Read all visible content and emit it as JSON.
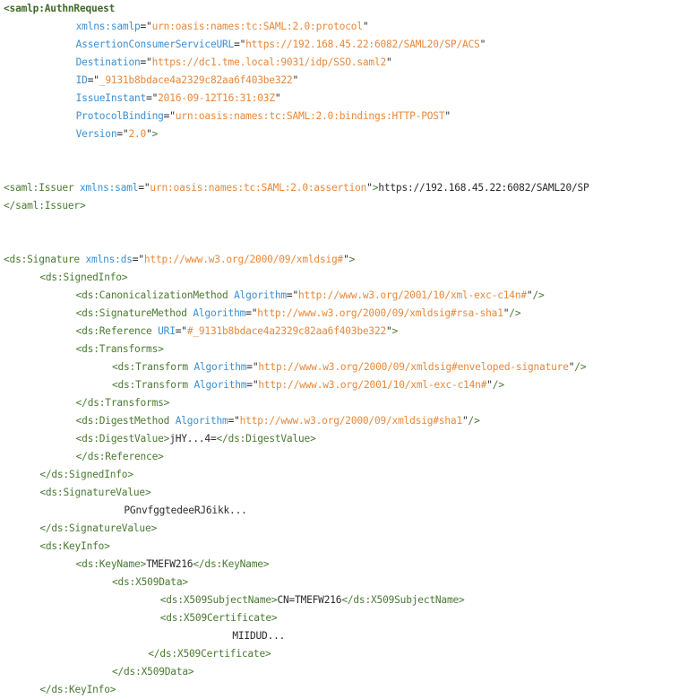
{
  "document": {
    "kind": "xml-source-listing",
    "language": "XML",
    "root_element": "samlp:AuthnRequest",
    "colors": {
      "background": "#ffffff",
      "tag": "#4a7a32",
      "root_tag": "#3f6b28",
      "attribute_name": "#3d8fd1",
      "attribute_value": "#e8883a",
      "text_content": "#2b2b2b"
    },
    "lines": [
      {
        "indent": 0,
        "tokens": [
          {
            "t": "tag-root",
            "v": "<samlp:AuthnRequest"
          }
        ]
      },
      {
        "indent": 12,
        "tokens": [
          {
            "t": "attr",
            "v": "xmlns:samlp"
          },
          {
            "t": "punct",
            "v": "=\""
          },
          {
            "t": "val",
            "v": "urn:oasis:names:tc:SAML:2.0:protocol"
          },
          {
            "t": "punct",
            "v": "\""
          }
        ]
      },
      {
        "indent": 12,
        "tokens": [
          {
            "t": "attr",
            "v": "AssertionConsumerServiceURL"
          },
          {
            "t": "punct",
            "v": "=\""
          },
          {
            "t": "val",
            "v": "https://192.168.45.22:6082/SAML20/SP/ACS"
          },
          {
            "t": "punct",
            "v": "\""
          }
        ]
      },
      {
        "indent": 12,
        "tokens": [
          {
            "t": "attr",
            "v": "Destination"
          },
          {
            "t": "punct",
            "v": "=\""
          },
          {
            "t": "val",
            "v": "https://dc1.tme.local:9031/idp/SSO.saml2"
          },
          {
            "t": "punct",
            "v": "\""
          }
        ]
      },
      {
        "indent": 12,
        "tokens": [
          {
            "t": "attr",
            "v": "ID"
          },
          {
            "t": "punct",
            "v": "=\""
          },
          {
            "t": "val",
            "v": "_9131b8bdace4a2329c82aa6f403be322"
          },
          {
            "t": "punct",
            "v": "\""
          }
        ]
      },
      {
        "indent": 12,
        "tokens": [
          {
            "t": "attr",
            "v": "IssueInstant"
          },
          {
            "t": "punct",
            "v": "=\""
          },
          {
            "t": "val",
            "v": "2016-09-12T16:31:03Z"
          },
          {
            "t": "punct",
            "v": "\""
          }
        ]
      },
      {
        "indent": 12,
        "tokens": [
          {
            "t": "attr",
            "v": "ProtocolBinding"
          },
          {
            "t": "punct",
            "v": "=\""
          },
          {
            "t": "val",
            "v": "urn:oasis:names:tc:SAML:2.0:bindings:HTTP-POST"
          },
          {
            "t": "punct",
            "v": "\""
          }
        ]
      },
      {
        "indent": 12,
        "tokens": [
          {
            "t": "attr",
            "v": "Version"
          },
          {
            "t": "punct",
            "v": "=\""
          },
          {
            "t": "val",
            "v": "2.0"
          },
          {
            "t": "punct",
            "v": "\""
          },
          {
            "t": "tag",
            "v": ">"
          }
        ]
      },
      {
        "indent": 0,
        "tokens": []
      },
      {
        "indent": 0,
        "tokens": []
      },
      {
        "indent": 0,
        "tokens": [
          {
            "t": "tag",
            "v": "<saml:Issuer "
          },
          {
            "t": "attr",
            "v": "xmlns:saml"
          },
          {
            "t": "punct",
            "v": "=\""
          },
          {
            "t": "val",
            "v": "urn:oasis:names:tc:SAML:2.0:assertion"
          },
          {
            "t": "punct",
            "v": "\""
          },
          {
            "t": "tag",
            "v": ">"
          },
          {
            "t": "text",
            "v": "https://192.168.45.22:6082/SAML20/SP"
          }
        ]
      },
      {
        "indent": 0,
        "tokens": [
          {
            "t": "tag",
            "v": "</saml:Issuer>"
          }
        ]
      },
      {
        "indent": 0,
        "tokens": []
      },
      {
        "indent": 0,
        "tokens": []
      },
      {
        "indent": 0,
        "tokens": [
          {
            "t": "tag",
            "v": "<ds:Signature "
          },
          {
            "t": "attr",
            "v": "xmlns:ds"
          },
          {
            "t": "punct",
            "v": "=\""
          },
          {
            "t": "val",
            "v": "http://www.w3.org/2000/09/xmldsig#"
          },
          {
            "t": "punct",
            "v": "\""
          },
          {
            "t": "tag",
            "v": ">"
          }
        ]
      },
      {
        "indent": 6,
        "tokens": [
          {
            "t": "tag",
            "v": "<ds:SignedInfo>"
          }
        ]
      },
      {
        "indent": 12,
        "tokens": [
          {
            "t": "tag",
            "v": "<ds:CanonicalizationMethod "
          },
          {
            "t": "attr",
            "v": "Algorithm"
          },
          {
            "t": "punct",
            "v": "=\""
          },
          {
            "t": "val",
            "v": "http://www.w3.org/2001/10/xml-exc-c14n#"
          },
          {
            "t": "punct",
            "v": "\""
          },
          {
            "t": "tag",
            "v": "/>"
          }
        ]
      },
      {
        "indent": 12,
        "tokens": [
          {
            "t": "tag",
            "v": "<ds:SignatureMethod "
          },
          {
            "t": "attr",
            "v": "Algorithm"
          },
          {
            "t": "punct",
            "v": "=\""
          },
          {
            "t": "val",
            "v": "http://www.w3.org/2000/09/xmldsig#rsa-sha1"
          },
          {
            "t": "punct",
            "v": "\""
          },
          {
            "t": "tag",
            "v": "/>"
          }
        ]
      },
      {
        "indent": 12,
        "tokens": [
          {
            "t": "tag",
            "v": "<ds:Reference "
          },
          {
            "t": "attr",
            "v": "URI"
          },
          {
            "t": "punct",
            "v": "=\""
          },
          {
            "t": "val",
            "v": "#_9131b8bdace4a2329c82aa6f403be322"
          },
          {
            "t": "punct",
            "v": "\""
          },
          {
            "t": "tag",
            "v": ">"
          }
        ]
      },
      {
        "indent": 12,
        "tokens": [
          {
            "t": "tag",
            "v": "<ds:Transforms>"
          }
        ]
      },
      {
        "indent": 18,
        "tokens": [
          {
            "t": "tag",
            "v": "<ds:Transform "
          },
          {
            "t": "attr",
            "v": "Algorithm"
          },
          {
            "t": "punct",
            "v": "=\""
          },
          {
            "t": "val",
            "v": "http://www.w3.org/2000/09/xmldsig#enveloped-signature"
          },
          {
            "t": "punct",
            "v": "\""
          },
          {
            "t": "tag",
            "v": "/>"
          }
        ]
      },
      {
        "indent": 18,
        "tokens": [
          {
            "t": "tag",
            "v": "<ds:Transform "
          },
          {
            "t": "attr",
            "v": "Algorithm"
          },
          {
            "t": "punct",
            "v": "=\""
          },
          {
            "t": "val",
            "v": "http://www.w3.org/2001/10/xml-exc-c14n#"
          },
          {
            "t": "punct",
            "v": "\""
          },
          {
            "t": "tag",
            "v": "/>"
          }
        ]
      },
      {
        "indent": 12,
        "tokens": [
          {
            "t": "tag",
            "v": "</ds:Transforms>"
          }
        ]
      },
      {
        "indent": 12,
        "tokens": [
          {
            "t": "tag",
            "v": "<ds:DigestMethod "
          },
          {
            "t": "attr",
            "v": "Algorithm"
          },
          {
            "t": "punct",
            "v": "=\""
          },
          {
            "t": "val",
            "v": "http://www.w3.org/2000/09/xmldsig#sha1"
          },
          {
            "t": "punct",
            "v": "\""
          },
          {
            "t": "tag",
            "v": "/>"
          }
        ]
      },
      {
        "indent": 12,
        "tokens": [
          {
            "t": "tag",
            "v": "<ds:DigestValue>"
          },
          {
            "t": "text",
            "v": "jHY...4="
          },
          {
            "t": "tag",
            "v": "</ds:DigestValue>"
          }
        ]
      },
      {
        "indent": 12,
        "tokens": [
          {
            "t": "tag",
            "v": "</ds:Reference>"
          }
        ]
      },
      {
        "indent": 6,
        "tokens": [
          {
            "t": "tag",
            "v": "</ds:SignedInfo>"
          }
        ]
      },
      {
        "indent": 6,
        "tokens": [
          {
            "t": "tag",
            "v": "<ds:SignatureValue>"
          }
        ]
      },
      {
        "indent": 20,
        "tokens": [
          {
            "t": "text",
            "v": "PGnvfggtedeeRJ6ikk..."
          }
        ]
      },
      {
        "indent": 6,
        "tokens": [
          {
            "t": "tag",
            "v": "</ds:SignatureValue>"
          }
        ]
      },
      {
        "indent": 6,
        "tokens": [
          {
            "t": "tag",
            "v": "<ds:KeyInfo>"
          }
        ]
      },
      {
        "indent": 12,
        "tokens": [
          {
            "t": "tag",
            "v": "<ds:KeyName>"
          },
          {
            "t": "text",
            "v": "TMEFW216"
          },
          {
            "t": "tag",
            "v": "</ds:KeyName>"
          }
        ]
      },
      {
        "indent": 18,
        "tokens": [
          {
            "t": "tag",
            "v": "<ds:X509Data>"
          }
        ]
      },
      {
        "indent": 26,
        "tokens": [
          {
            "t": "tag",
            "v": "<ds:X509SubjectName>"
          },
          {
            "t": "text",
            "v": "CN=TMEFW216"
          },
          {
            "t": "tag",
            "v": "</ds:X509SubjectName>"
          }
        ]
      },
      {
        "indent": 26,
        "tokens": [
          {
            "t": "tag",
            "v": "<ds:X509Certificate>"
          }
        ]
      },
      {
        "indent": 38,
        "tokens": [
          {
            "t": "text",
            "v": "MIIDUD..."
          }
        ]
      },
      {
        "indent": 24,
        "tokens": [
          {
            "t": "tag",
            "v": "</ds:X509Certificate>"
          }
        ]
      },
      {
        "indent": 18,
        "tokens": [
          {
            "t": "tag",
            "v": "</ds:X509Data>"
          }
        ]
      },
      {
        "indent": 6,
        "tokens": [
          {
            "t": "tag",
            "v": "</ds:KeyInfo>"
          }
        ]
      }
    ]
  }
}
